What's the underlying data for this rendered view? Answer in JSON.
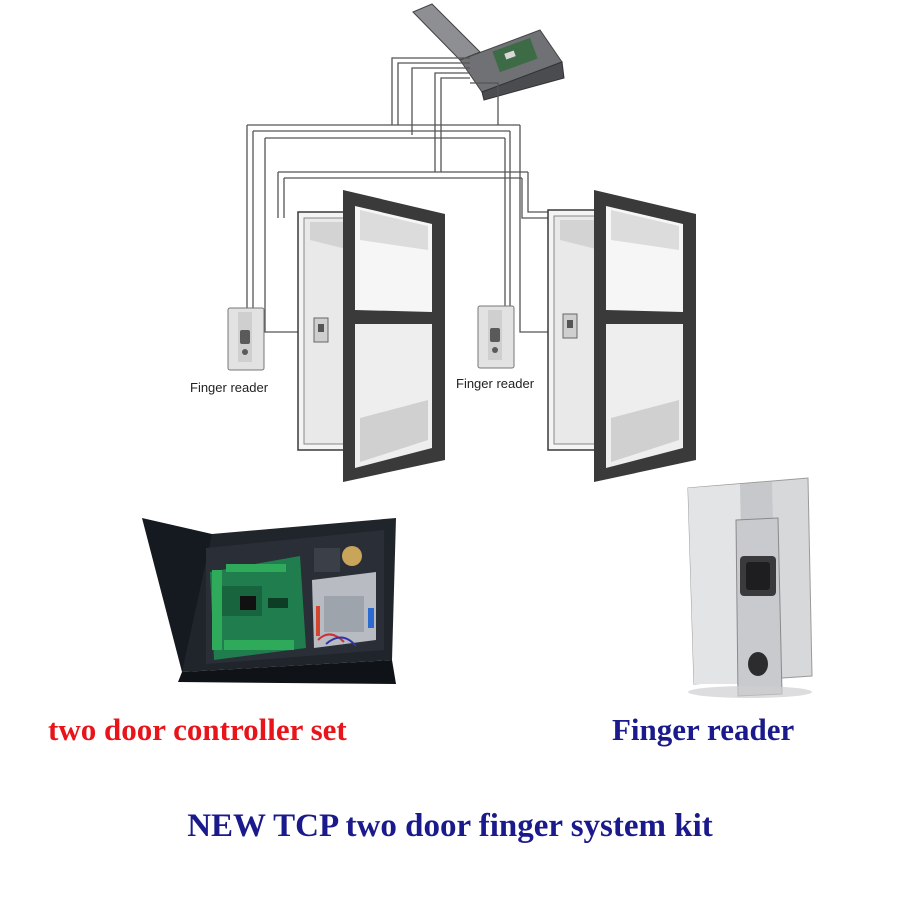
{
  "diagram": {
    "reader_label_1": "Finger reader",
    "reader_label_2": "Finger reader"
  },
  "captions": {
    "controller": "two door  controller set",
    "reader": "Finger reader",
    "kit": "NEW TCP two door finger system kit"
  },
  "colors": {
    "controller_caption": "#e8141a",
    "reader_caption": "#1a1a8c",
    "kit_caption": "#1a1a8c",
    "wire": "#555555",
    "door_frame": "#3a3a3a"
  }
}
